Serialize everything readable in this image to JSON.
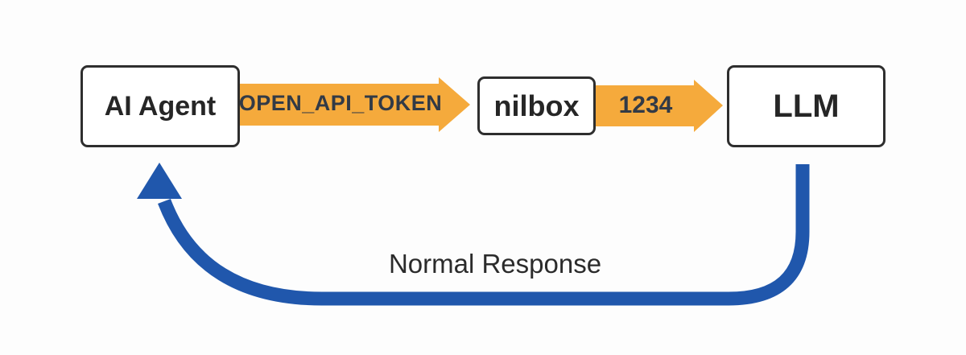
{
  "background": "#fdfdfd",
  "colors": {
    "arrow_orange": "#F5AA3C",
    "arrow_blue": "#2057AC",
    "box_border": "#2E2E2E",
    "box_text": "#262626",
    "arrow_label_text": "#323A46",
    "response_label_text": "#2B2B2B"
  },
  "diagram": {
    "type": "flow",
    "nodes": [
      {
        "id": "ai-agent",
        "label": "AI Agent"
      },
      {
        "id": "nilbox",
        "label": "nilbox"
      },
      {
        "id": "llm",
        "label": "LLM"
      }
    ],
    "edges": [
      {
        "from": "ai-agent",
        "to": "nilbox",
        "label": "OPEN_API_TOKEN",
        "style": "orange-block-arrow",
        "direction": "right"
      },
      {
        "from": "nilbox",
        "to": "llm",
        "label": "1234",
        "style": "orange-block-arrow",
        "direction": "right"
      },
      {
        "from": "llm",
        "to": "ai-agent",
        "label": "Normal Response",
        "style": "blue-curved-arrow",
        "direction": "return"
      }
    ]
  }
}
